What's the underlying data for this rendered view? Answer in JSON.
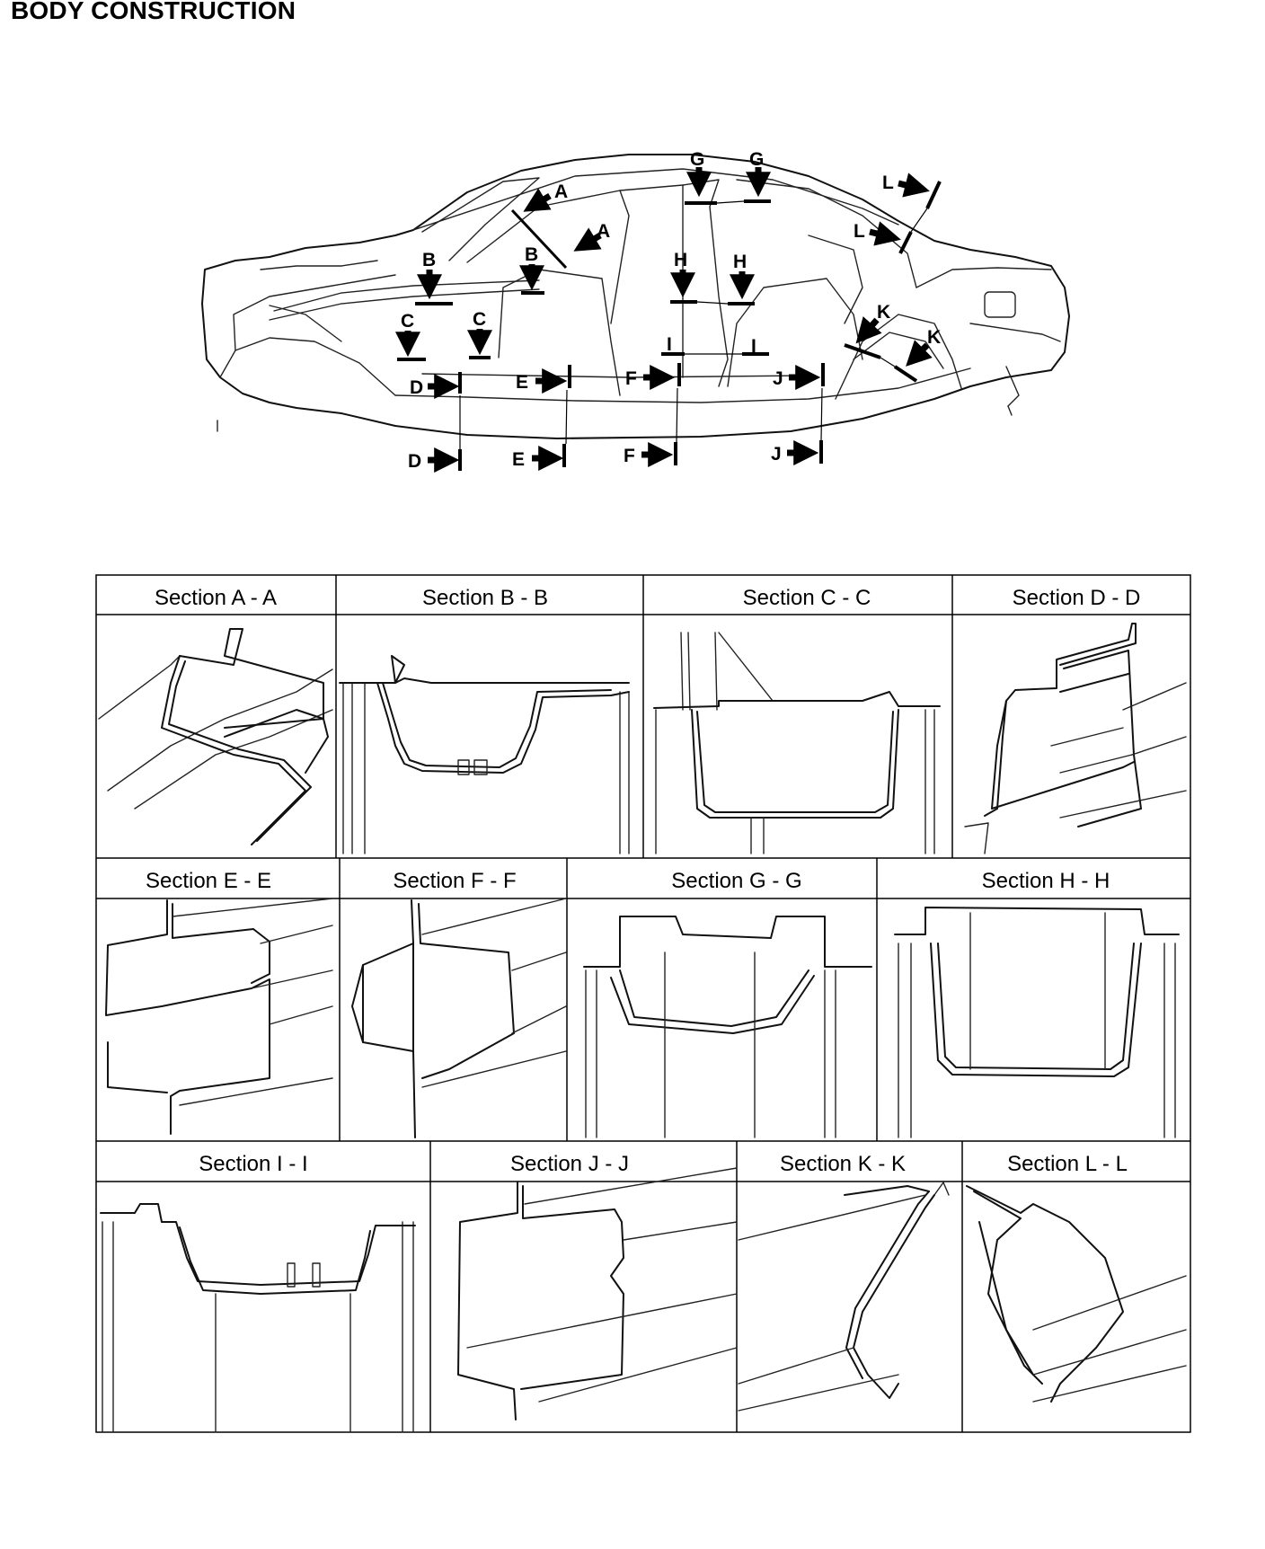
{
  "title": "BODY CONSTRUCTION",
  "arrow_labels": [
    "A",
    "A",
    "B",
    "B",
    "C",
    "C",
    "D",
    "D",
    "E",
    "E",
    "F",
    "F",
    "G",
    "G",
    "H",
    "H",
    "I",
    "I",
    "J",
    "J",
    "K",
    "K",
    "L",
    "L"
  ],
  "sections": [
    "Section A - A",
    "Section B - B",
    "Section C - C",
    "Section D - D",
    "Section E - E",
    "Section F - F",
    "Section G - G",
    "Section H - H",
    "Section I - I",
    "Section J - J",
    "Section K - K",
    "Section L - L"
  ]
}
